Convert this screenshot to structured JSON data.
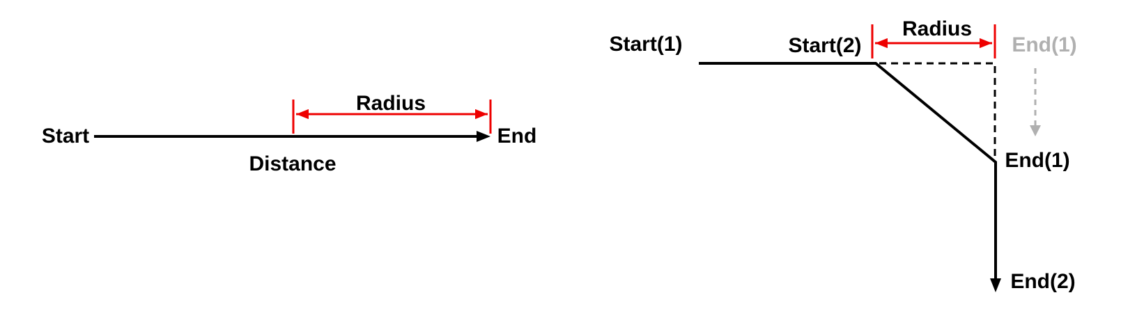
{
  "colors": {
    "black": "#000000",
    "red": "#ee0000",
    "gray": "#b0b0b0",
    "background": "#ffffff"
  },
  "left_diagram": {
    "start_label": "Start",
    "end_label": "End",
    "radius_label": "Radius",
    "distance_label": "Distance"
  },
  "right_diagram": {
    "start1_label": "Start(1)",
    "start2_label": "Start(2)",
    "radius_label": "Radius",
    "end1_faded_label": "End(1)",
    "end1_label": "End(1)",
    "end2_label": "End(2)"
  }
}
